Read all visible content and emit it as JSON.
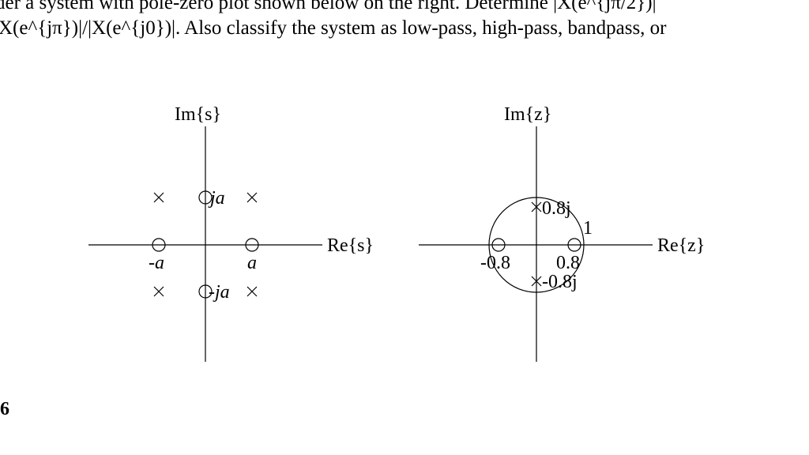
{
  "text": {
    "line1": "der a system with pole-zero plot shown below on the right.  Determine |X(e^{jπ/2})|",
    "line2": "X(e^{jπ})|/|X(e^{j0})|.  Also classify the system as low-pass, high-pass, bandpass, or"
  },
  "section_number": "6",
  "s_plane": {
    "im_label": "Im{s}",
    "re_label": "Re{s}",
    "labels": {
      "ja": "ja",
      "neg_ja": "-ja",
      "neg_a": "-a",
      "a": "a"
    }
  },
  "z_plane": {
    "im_label": "Im{z}",
    "re_label": "Re{z}",
    "labels": {
      "pole_pos": "0.8j",
      "pole_neg": "-0.8j",
      "radius": "1",
      "zero_neg": "-0.8",
      "zero_pos": "0.8"
    }
  }
}
